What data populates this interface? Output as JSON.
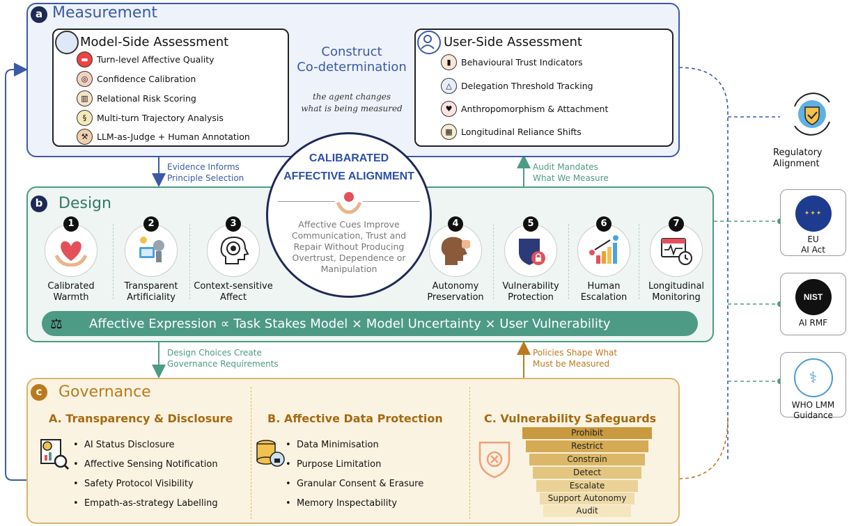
{
  "measurement": {
    "badge": "a",
    "title": "Measurement",
    "model_side": {
      "heading": "Model-Side Assessment",
      "items": [
        "Turn-level Affective Quality",
        "Confidence Calibration",
        "Relational Risk Scoring",
        "Multi-turn Trajectory Analysis",
        "LLM-as-Judge + Human Annotation"
      ]
    },
    "construct": {
      "line1": "Construct",
      "line2": "Co-determination",
      "note1": "the agent changes",
      "note2": "what is being measured"
    },
    "user_side": {
      "heading": "User-Side Assessment",
      "items": [
        "Behavioural Trust Indicators",
        "Delegation Threshold Tracking",
        "Anthropomorphism & Attachment",
        "Longitudinal Reliance Shifts"
      ]
    }
  },
  "center": {
    "title1": "CALIBARATED",
    "title2": "AFFECTIVE ALIGNMENT",
    "text": [
      "Affective Cues Improve",
      "Communication, Trust and",
      "Repair Without Producing",
      "Overtrust, Dependence or",
      "Manipulation"
    ]
  },
  "arrows": {
    "evidence": [
      "Evidence Informs",
      "Principle Selection"
    ],
    "audit": [
      "Audit Mandates",
      "What We Measure"
    ],
    "design_choices": [
      "Design Choices Create",
      "Governance Requirements"
    ],
    "policies": [
      "Policies Shape What",
      "Must be Measured"
    ]
  },
  "design": {
    "badge": "b",
    "title": "Design",
    "principles": [
      {
        "num": "1",
        "line1": "Calibrated",
        "line2": "Warmth",
        "icon": "heart-hands-icon"
      },
      {
        "num": "2",
        "line1": "Transparent",
        "line2": "Artificiality",
        "icon": "robot-icon"
      },
      {
        "num": "3",
        "line1": "Context-sensitive",
        "line2": "Affect",
        "icon": "head-target-icon"
      },
      {
        "num": "4",
        "line1": "Autonomy",
        "line2": "Preservation",
        "icon": "head-fist-icon"
      },
      {
        "num": "5",
        "line1": "Vulnerability",
        "line2": "Protection",
        "icon": "shield-lock-icon"
      },
      {
        "num": "6",
        "line1": "Human",
        "line2": "Escalation",
        "icon": "growth-chart-icon"
      },
      {
        "num": "7",
        "line1": "Longitudinal",
        "line2": "Monitoring",
        "icon": "calendar-monitor-icon"
      }
    ],
    "formula": "Affective Expression ∝ Task Stakes Model × Model Uncertainty × User Vulnerability"
  },
  "governance": {
    "badge": "c",
    "title": "Governance",
    "col_a": {
      "heading": "A. Transparency & Disclosure",
      "items": [
        "AI Status Disclosure",
        "Affective Sensing Notification",
        "Safety Protocol Visibility",
        "Empath-as-strategy Labelling"
      ]
    },
    "col_b": {
      "heading": "B. Affective Data Protection",
      "items": [
        "Data Minimisation",
        "Purpose Limitation",
        "Granular Consent & Erasure",
        "Memory Inspectability"
      ]
    },
    "col_c": {
      "heading": "C. Vulnerability Safeguards",
      "funnel": [
        "Prohibit",
        "Restrict",
        "Constrain",
        "Detect",
        "Escalate",
        "Support Autonomy",
        "Audit"
      ]
    }
  },
  "regulatory": {
    "title1": "Regulatory",
    "title2": "Alignment",
    "cards": [
      {
        "line1": "EU",
        "line2": "AI Act"
      },
      {
        "line1": "AI RMF",
        "line2": "",
        "logo": "NIST"
      },
      {
        "line1": "WHO LMM",
        "line2": "Guidance"
      }
    ]
  },
  "colors": {
    "blue": "#3a5aa5",
    "teal": "#4d9a85",
    "gold": "#b97a1e",
    "navy": "#1e2a55"
  }
}
